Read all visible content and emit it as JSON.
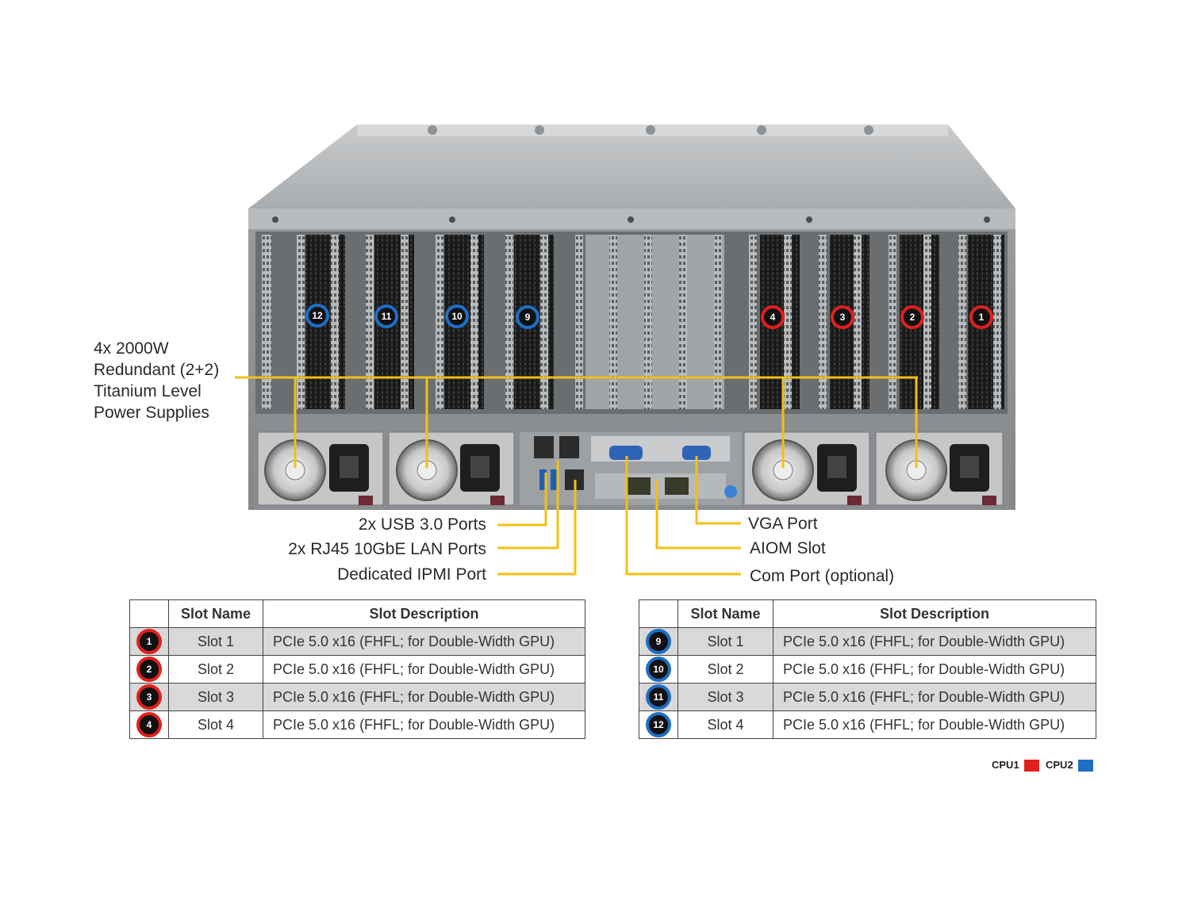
{
  "callouts": {
    "psu": [
      "4x 2000W",
      "Redundant  (2+2)",
      "Titanium  Level",
      "Power Supplies"
    ],
    "usb": "2x USB 3.0 Ports",
    "lan": "2x RJ45 10GbE LAN Ports",
    "ipmi": "Dedicated IPMI  Port",
    "vga": "VGA Port",
    "aiom": "AIOM  Slot",
    "com": "Com Port (optional)"
  },
  "server_slot_badges": {
    "cpu2": [
      "12",
      "11",
      "10",
      "9"
    ],
    "cpu1": [
      "4",
      "3",
      "2",
      "1"
    ]
  },
  "table_cpu1": {
    "headers": [
      "",
      "Slot Name",
      "Slot Description"
    ],
    "rows": [
      {
        "badge": "1",
        "name": "Slot 1",
        "desc": "PCIe 5.0 x16 (FHFL; for Double-Width  GPU)"
      },
      {
        "badge": "2",
        "name": "Slot 2",
        "desc": "PCIe 5.0 x16 (FHFL; for Double-Width  GPU)"
      },
      {
        "badge": "3",
        "name": "Slot 3",
        "desc": "PCIe 5.0 x16 (FHFL; for Double-Width  GPU)"
      },
      {
        "badge": "4",
        "name": "Slot 4",
        "desc": "PCIe 5.0 x16 (FHFL; for Double-Width  GPU)"
      }
    ]
  },
  "table_cpu2": {
    "headers": [
      "",
      "Slot Name",
      "Slot Description"
    ],
    "rows": [
      {
        "badge": "9",
        "name": "Slot 1",
        "desc": "PCIe 5.0 x16 (FHFL; for Double-Width  GPU)"
      },
      {
        "badge": "10",
        "name": "Slot 2",
        "desc": "PCIe 5.0 x16 (FHFL; for Double-Width  GPU)"
      },
      {
        "badge": "11",
        "name": "Slot 3",
        "desc": "PCIe 5.0 x16 (FHFL; for Double-Width  GPU)"
      },
      {
        "badge": "12",
        "name": "Slot 4",
        "desc": "PCIe 5.0 x16 (FHFL; for Double-Width  GPU)"
      }
    ]
  },
  "legend": {
    "cpu1_label": "CPU1",
    "cpu1_color": "#e0201c",
    "cpu2_label": "CPU2",
    "cpu2_color": "#1e6fc4"
  },
  "colors": {
    "callout_line": "#f2c012",
    "chassis": "#a4a7aa"
  }
}
